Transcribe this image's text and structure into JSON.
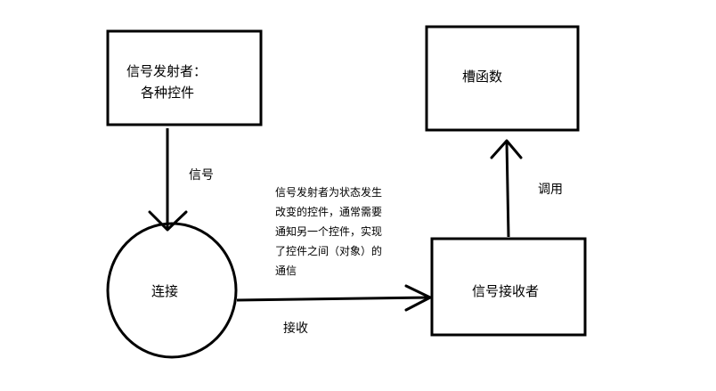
{
  "sender_box": {
    "line1": "信号发射者：",
    "line2": "各种控件"
  },
  "slot_box": {
    "label": "槽函数"
  },
  "connect_circle": {
    "label": "连接"
  },
  "receiver_box": {
    "label": "信号接收者"
  },
  "edge_labels": {
    "signal": "信号",
    "receive": "接收",
    "call": "调用"
  },
  "note": {
    "lines": [
      "信号发射者为状态发生",
      "改变的控件，通常需要",
      "通知另一个控件，实现",
      "了控件之间（对象）的",
      "通信"
    ]
  },
  "colors": {
    "stroke": "#000000",
    "background": "#ffffff"
  }
}
